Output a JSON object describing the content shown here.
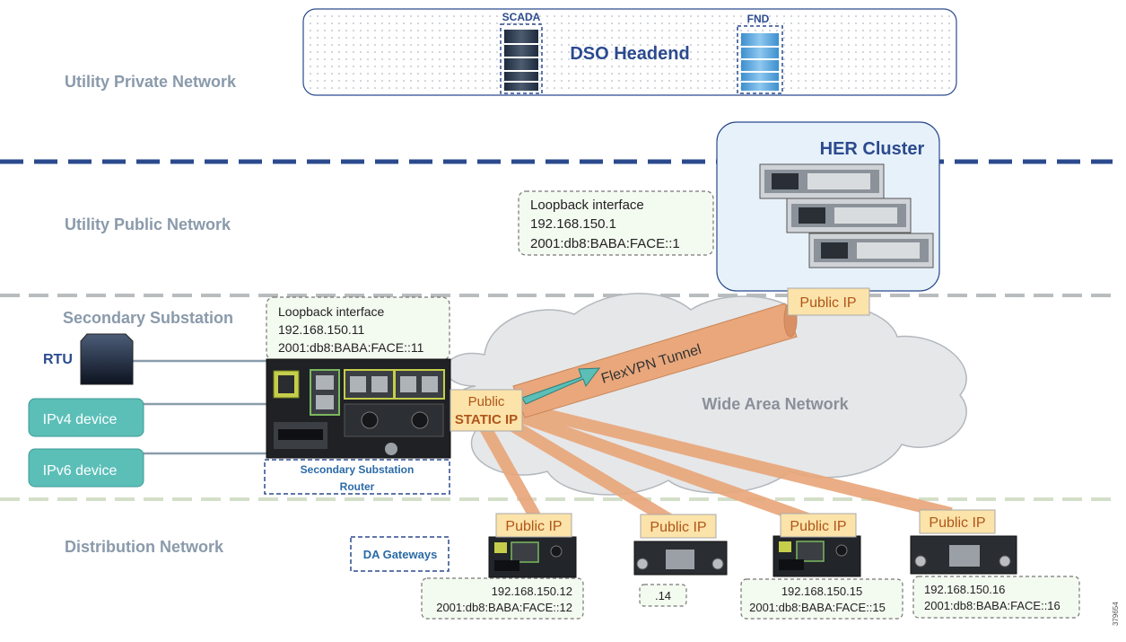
{
  "zones": {
    "utility_private": "Utility Private Network",
    "utility_public": "Utility Public Network",
    "secondary_substation": "Secondary Substation",
    "distribution": "Distribution Network"
  },
  "headend": {
    "title": "DSO Headend",
    "scada_label": "SCADA",
    "fnd_label": "FND"
  },
  "her_cluster": {
    "title": "HER Cluster",
    "public_ip": "Public IP"
  },
  "her_loopback": {
    "line1": "Loopback interface",
    "line2": "192.168.150.1",
    "line3": "2001:db8:BABA:FACE::1"
  },
  "substation": {
    "rtu": "RTU",
    "ipv4": "IPv4 device",
    "ipv6": "IPv6 device",
    "router_line1": "Secondary Substation",
    "router_line2": "Router",
    "loopback_line1": "Loopback interface",
    "loopback_line2": "192.168.150.11",
    "loopback_line3": "2001:db8:BABA:FACE::11",
    "public_line1": "Public",
    "public_line2": "STATIC IP"
  },
  "wan": {
    "label": "Wide Area Network",
    "tunnel": "FlexVPN Tunnel"
  },
  "distribution": {
    "da_gateways": "DA Gateways",
    "gateways": [
      {
        "public_ip": "Public IP",
        "line1": "192.168.150.12",
        "line2": "2001:db8:BABA:FACE::12"
      },
      {
        "public_ip": "Public IP",
        "line1": ".14",
        "line2": ""
      },
      {
        "public_ip": "Public IP",
        "line1": "192.168.150.15",
        "line2": "2001:db8:BABA:FACE::15"
      },
      {
        "public_ip": "Public IP",
        "line1": "192.168.150.16",
        "line2": "2001:db8:BABA:FACE::16"
      }
    ]
  },
  "figure_id": "379654",
  "colors": {
    "zone_text": "#8a9aab",
    "navy": "#2b4a8e",
    "teal": "#5bbfb8",
    "orange": "#e9a77b",
    "ip_fill": "#fbe3a9",
    "cloud": "#e6e7e9",
    "her_fill": "#e6f1fa"
  }
}
